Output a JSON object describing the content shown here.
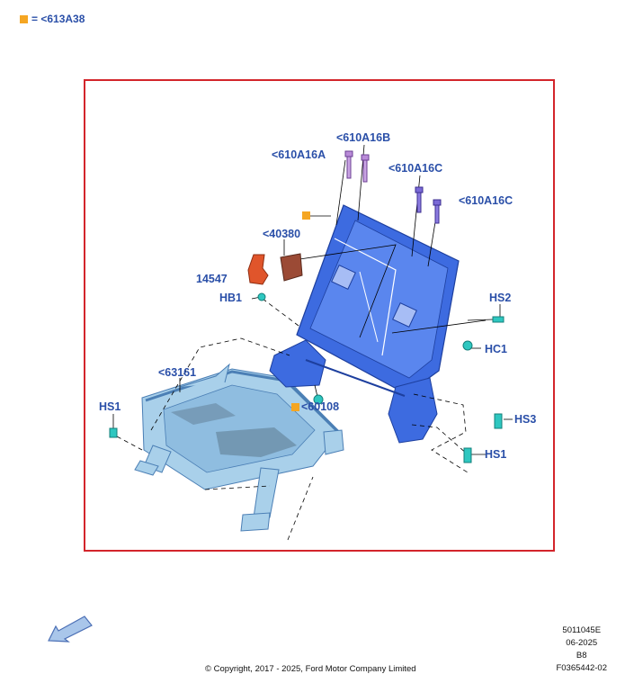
{
  "legend": {
    "color": "#f5a623",
    "text": "= <613A38"
  },
  "frame_color": "#d3252b",
  "label_color": "#2a4fa8",
  "labels": {
    "p610A16B": "<610A16B",
    "p610A16A": "<610A16A",
    "p610A16C_a": "<610A16C",
    "p610A16C_b": "<610A16C",
    "p40380": "<40380",
    "p14547": "14547",
    "hb1": "HB1",
    "hs2": "HS2",
    "hc1": "HC1",
    "p63161": "<63161",
    "p60108": "<60108",
    "hs1_left": "HS1",
    "hs3": "HS3",
    "hs1_right": "HS1"
  },
  "footer": {
    "copyright": "© Copyright, 2017 - 2025, Ford Motor Company Limited",
    "ref_code": "5011045E",
    "date": "06-2025",
    "rev": "B8",
    "figure_id": "F0365442-02"
  },
  "icons": {
    "nav": "back-arrow-icon"
  }
}
